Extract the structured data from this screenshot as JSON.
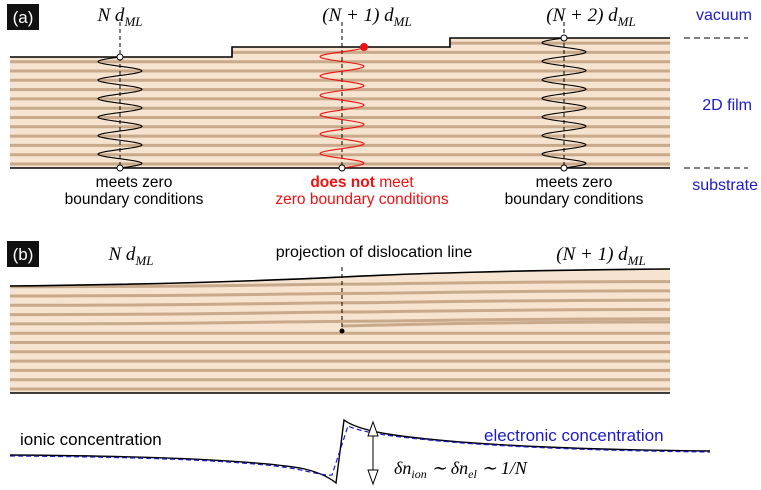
{
  "panel_a": {
    "tag": "(a)",
    "thickness_left": "N d",
    "thickness_left_sub": "ML",
    "thickness_mid": "(N + 1) d",
    "thickness_mid_sub": "ML",
    "thickness_right": "(N + 2) d",
    "thickness_right_sub": "ML",
    "side_vacuum": "vacuum",
    "side_film": "2D film",
    "side_substrate": "substrate",
    "caption_left_line1": "meets zero",
    "caption_left_line2": "boundary conditions",
    "caption_mid_bold": "does not",
    "caption_mid_rest": " meet",
    "caption_mid_line2": "zero boundary conditions",
    "caption_right_line1": "meets zero",
    "caption_right_line2": "boundary conditions"
  },
  "panel_b": {
    "tag": "(b)",
    "thickness_left": "N d",
    "thickness_left_sub": "ML",
    "thickness_right": "(N + 1) d",
    "thickness_right_sub": "ML",
    "dislocation_label": "projection of dislocation line"
  },
  "bottom": {
    "ionic_label": "ionic concentration",
    "electronic_label": "electronic concentration",
    "delta_formula": "δn",
    "delta_sub_ion": "ion",
    "delta_sim": " ∼ δn",
    "delta_sub_el": "el",
    "delta_end": " ∼ 1/N"
  },
  "colors": {
    "layer_light": "#f6e4d0",
    "layer_dark": "#c8a98a",
    "accent_red": "#ee1111",
    "label_blue": "#1a1acc",
    "curve_blue": "#1a1acc"
  }
}
